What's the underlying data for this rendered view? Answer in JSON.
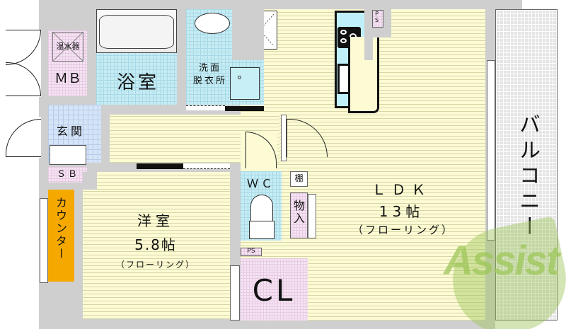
{
  "rooms": {
    "water_heater": "温水器",
    "mb": "ＭＢ",
    "bathroom": "浴室",
    "washroom_line1": "洗面",
    "washroom_line2": "脱衣所",
    "entrance": "玄関",
    "shoe_box": "ＳＢ",
    "counter": "カウンター",
    "western_room": {
      "name": "洋室",
      "size": "5.8帖",
      "floor": "（フローリング）"
    },
    "wc": "ＷＣ",
    "shelf": "棚",
    "storage": "物入",
    "ps_top": "PS",
    "ps_bottom": "PS",
    "closet": "CL",
    "ldk": {
      "name": "ＬＤＫ",
      "size": "13帖",
      "floor": "（フローリング）"
    },
    "balcony": "バルコニー"
  },
  "watermark": {
    "text": "Assist",
    "color_green": "#9dc55a",
    "color_red": "#e8736a"
  },
  "colors": {
    "wall": "#cfcfcf",
    "floor": "#fdfbd4",
    "wet_area": "#c5ecf4",
    "storage": "#f6e3f3",
    "counter": "#f5a800"
  }
}
